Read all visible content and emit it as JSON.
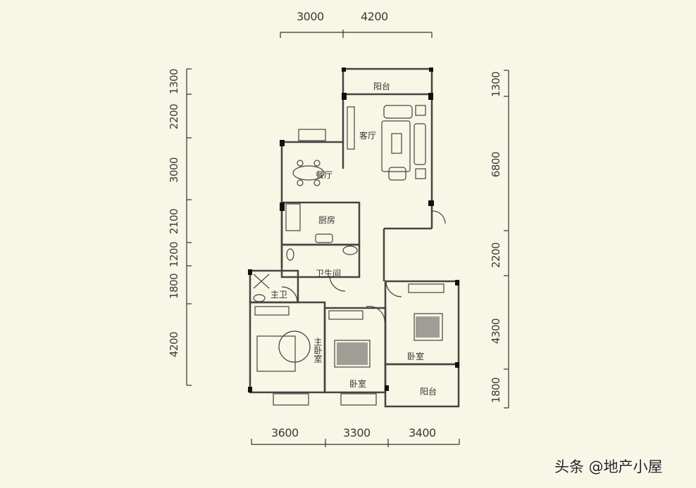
{
  "plan": {
    "top_dimensions": [
      "3000",
      "4200"
    ],
    "bottom_dimensions": [
      "3600",
      "3300",
      "3400"
    ],
    "left_dimensions": [
      "1300",
      "2200",
      "3000",
      "2100",
      "1200",
      "1800",
      "4200"
    ],
    "right_dimensions": [
      "1300",
      "6800",
      "2200",
      "4300",
      "1800"
    ],
    "rooms": {
      "balcony_top": "阳台",
      "living_room": "客厅",
      "dining_room": "餐厅",
      "kitchen": "厨房",
      "bathroom": "卫生间",
      "master_bath": "主卫",
      "master_bedroom": "主卧室",
      "bedroom_middle": "卧室",
      "bedroom_right": "卧室",
      "balcony_bottom": "阳台"
    }
  },
  "watermark": "头条 @地产小屋",
  "colors": {
    "background": "#f8f6e4",
    "wall": "#444444",
    "column": "#111111"
  }
}
